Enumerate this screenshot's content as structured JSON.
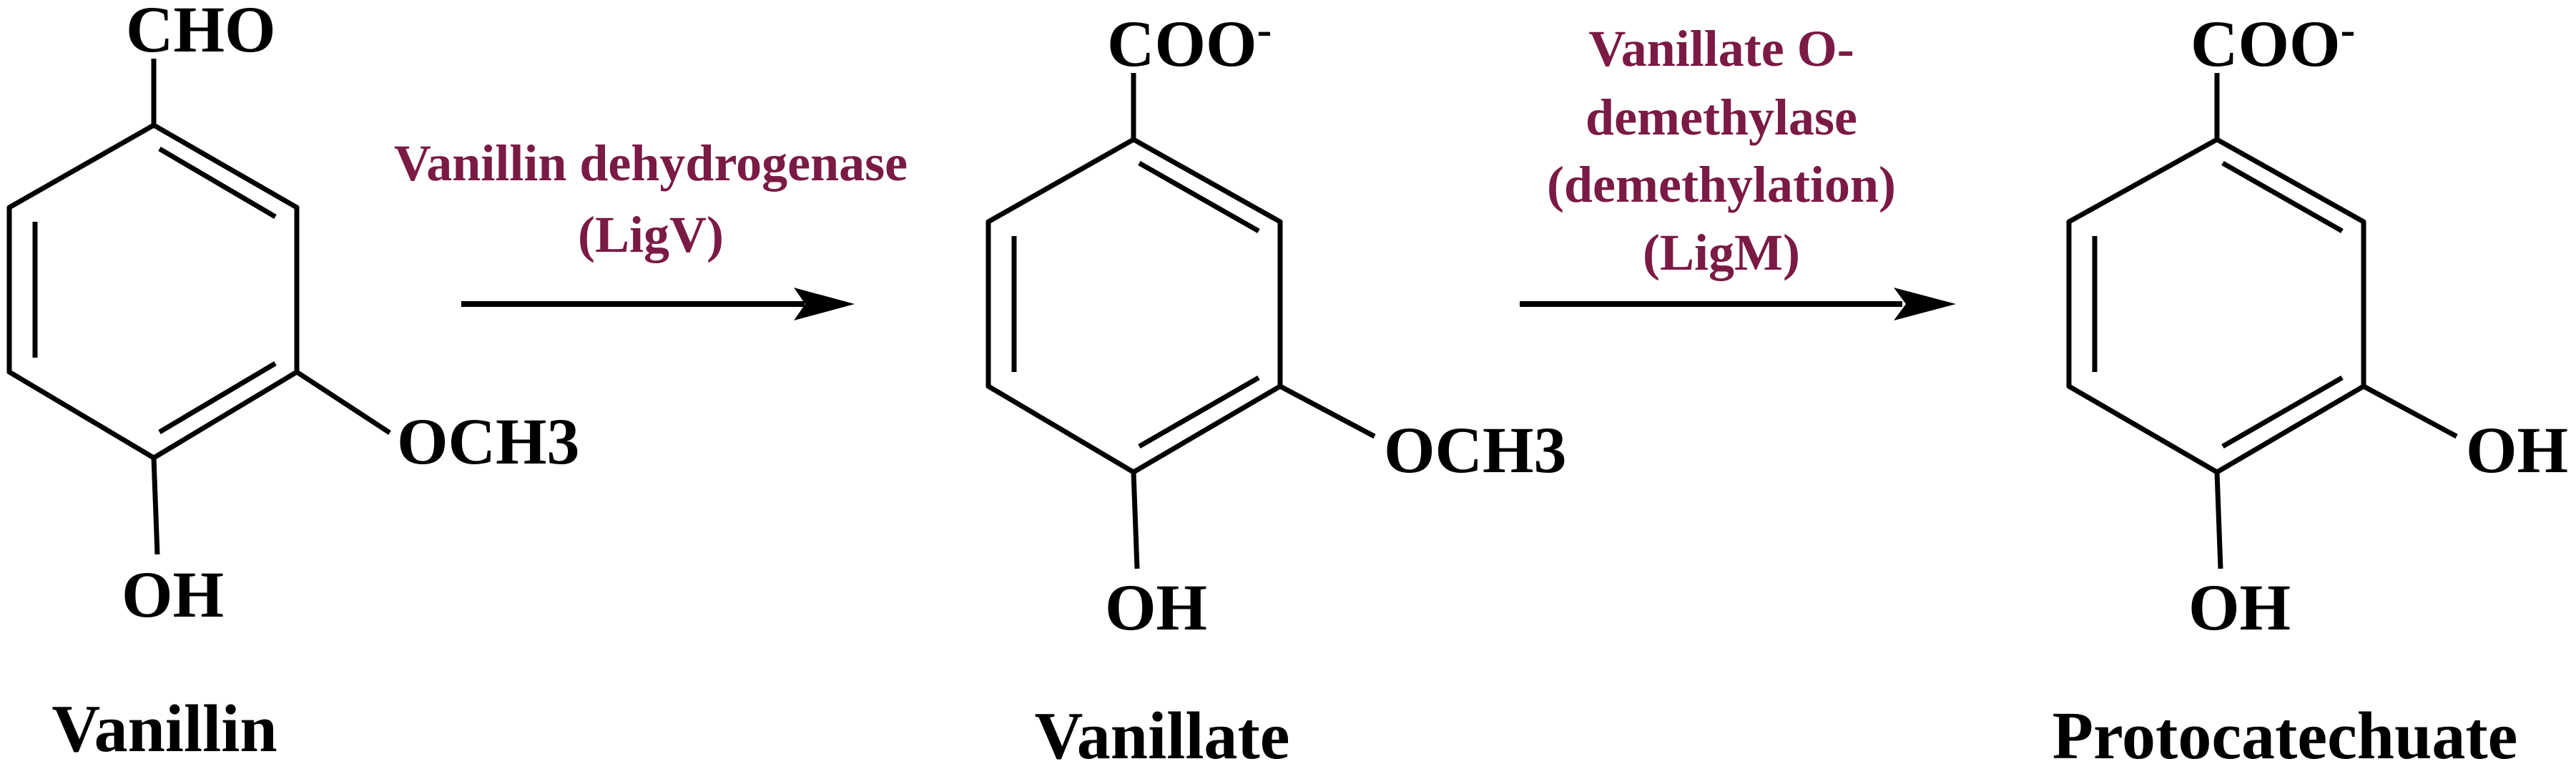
{
  "colors": {
    "enzyme": "#7a1a45",
    "structure": "#000000"
  },
  "compounds": [
    {
      "name": "Vanillin",
      "top_group": "CHO",
      "side_group": "OCH3",
      "bottom_group": "OH"
    },
    {
      "name": "Vanillate",
      "top_group": "COO",
      "top_charge": "-",
      "side_group": "OCH3",
      "bottom_group": "OH"
    },
    {
      "name": "Protocatechuate",
      "top_group": "COO",
      "top_charge": "-",
      "side_group": "OH",
      "bottom_group": "OH"
    }
  ],
  "reactions": [
    {
      "enzyme_lines": [
        "Vanillin dehydrogenase",
        "(LigV)"
      ]
    },
    {
      "enzyme_lines": [
        "Vanillate O-",
        "demethylase",
        "(demethylation)",
        "(LigM)"
      ]
    }
  ]
}
